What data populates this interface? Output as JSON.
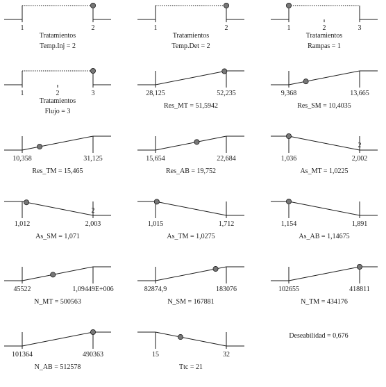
{
  "chart_data": {
    "type": "line",
    "panels": [
      {
        "kind": "categorical",
        "name": "Tratamientos",
        "levels": [
          "1",
          "2"
        ],
        "current_index": 1,
        "caption": "Temp.Inj = 2"
      },
      {
        "kind": "categorical",
        "name": "Tratamientos",
        "levels": [
          "1",
          "2"
        ],
        "current_index": 1,
        "caption": "Temp.Det = 2"
      },
      {
        "kind": "categorical",
        "name": "Tratamientos",
        "levels": [
          "1",
          "2",
          "3"
        ],
        "current_index": 0,
        "caption": "Rampas = 1"
      },
      {
        "kind": "categorical",
        "name": "Tratamientos",
        "levels": [
          "1",
          "2",
          "3"
        ],
        "current_index": 2,
        "caption": "Flujo = 3"
      },
      {
        "kind": "continuous",
        "x_min": 28.125,
        "x_max": 52.235,
        "x_min_label": "28,125",
        "x_max_label": "52,235",
        "current": 51.5942,
        "desirability": [
          0,
          1
        ],
        "caption": "Res_MT = 51,5942"
      },
      {
        "kind": "continuous",
        "x_min": 9.368,
        "x_max": 13.665,
        "x_min_label": "9,368",
        "x_max_label": "13,665",
        "current": 10.4035,
        "desirability": [
          0,
          1
        ],
        "caption": "Res_SM = 10,4035"
      },
      {
        "kind": "continuous",
        "x_min": 10.358,
        "x_max": 31.125,
        "x_min_label": "10,358",
        "x_max_label": "31,125",
        "current": 15.465,
        "desirability": [
          0,
          1
        ],
        "caption": "Res_TM = 15,465"
      },
      {
        "kind": "continuous",
        "x_min": 15.654,
        "x_max": 22.684,
        "x_min_label": "15,654",
        "x_max_label": "22,684",
        "current": 19.752,
        "desirability": [
          0,
          1
        ],
        "caption": "Res_AB = 19,752"
      },
      {
        "kind": "continuous",
        "x_min": 1.036,
        "x_max": 2.002,
        "x_min_label": "1,036",
        "x_max_label": "2,002",
        "current": 1.0225,
        "desirability": [
          1,
          0
        ],
        "annotation": "2",
        "caption": "As_MT = 1,0225"
      },
      {
        "kind": "continuous",
        "x_min": 1.012,
        "x_max": 2.003,
        "x_min_label": "1,012",
        "x_max_label": "2,003",
        "current": 1.071,
        "desirability": [
          1,
          0
        ],
        "annotation": "2",
        "caption": "As_SM = 1,071"
      },
      {
        "kind": "continuous",
        "x_min": 1.015,
        "x_max": 1.712,
        "x_min_label": "1,015",
        "x_max_label": "1,712",
        "current": 1.0275,
        "desirability": [
          1,
          0
        ],
        "caption": "As_TM = 1,0275"
      },
      {
        "kind": "continuous",
        "x_min": 1.154,
        "x_max": 1.891,
        "x_min_label": "1,154",
        "x_max_label": "1,891",
        "current": 1.14675,
        "desirability": [
          1,
          0
        ],
        "caption": "As_AB = 1,14675"
      },
      {
        "kind": "continuous",
        "x_min": 45522,
        "x_max": 1094490,
        "x_min_label": "45522",
        "x_max_label": "1,09449E+006",
        "current": 500563,
        "desirability": [
          0,
          1
        ],
        "caption": "N_MT = 500563"
      },
      {
        "kind": "continuous",
        "x_min": 82874.9,
        "x_max": 183076,
        "x_min_label": "82874,9",
        "x_max_label": "183076",
        "current": 167881,
        "desirability": [
          0,
          1
        ],
        "caption": "N_SM = 167881"
      },
      {
        "kind": "continuous",
        "x_min": 102655,
        "x_max": 418811,
        "x_min_label": "102655",
        "x_max_label": "418811",
        "current": 434176,
        "desirability": [
          0,
          1
        ],
        "caption": "N_TM = 434176"
      },
      {
        "kind": "continuous",
        "x_min": 101364,
        "x_max": 490363,
        "x_min_label": "101364",
        "x_max_label": "490363",
        "current": 512578,
        "desirability": [
          0,
          1
        ],
        "caption": "N_AB = 512578"
      },
      {
        "kind": "continuous",
        "x_min": 15,
        "x_max": 32,
        "x_min_label": "15",
        "x_max_label": "32",
        "current": 21,
        "desirability": [
          1,
          0
        ],
        "caption": "Ttc = 21"
      }
    ],
    "overall_desirability": "Deseabilidad = 0,676",
    "colors": {
      "line": "#1a1a1a",
      "marker": "#777777"
    }
  }
}
